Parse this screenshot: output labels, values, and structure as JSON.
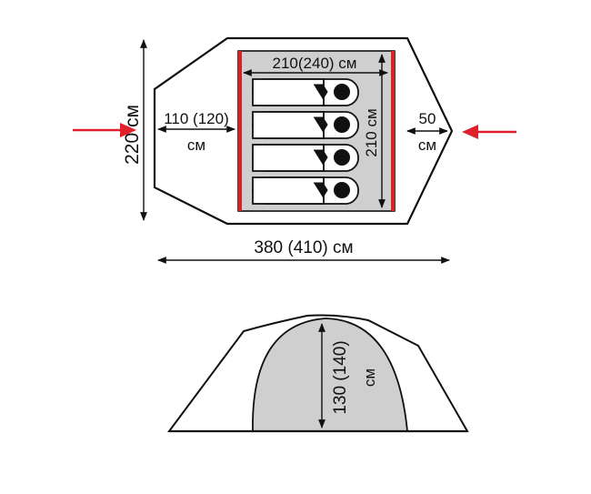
{
  "labels": {
    "total_width": "220 см",
    "vestibule_left_value": "110 (120)",
    "vestibule_left_unit": "см",
    "inner_length": "210(240) см",
    "inner_width": "210 см",
    "vestibule_right_value": "50",
    "vestibule_right_unit": "см",
    "total_length": "380 (410) см",
    "height": "130 (140)",
    "height_unit": "см"
  },
  "sleeping_places": 4,
  "colors": {
    "outline": "#111111",
    "inner_fill": "#cfcfcf",
    "door_red": "#d6202a",
    "arrow_red": "#e0202a",
    "shell_fill": "#ffffff"
  },
  "icons": [
    "entrance-arrow-icon",
    "sleeping-bag-icon"
  ]
}
